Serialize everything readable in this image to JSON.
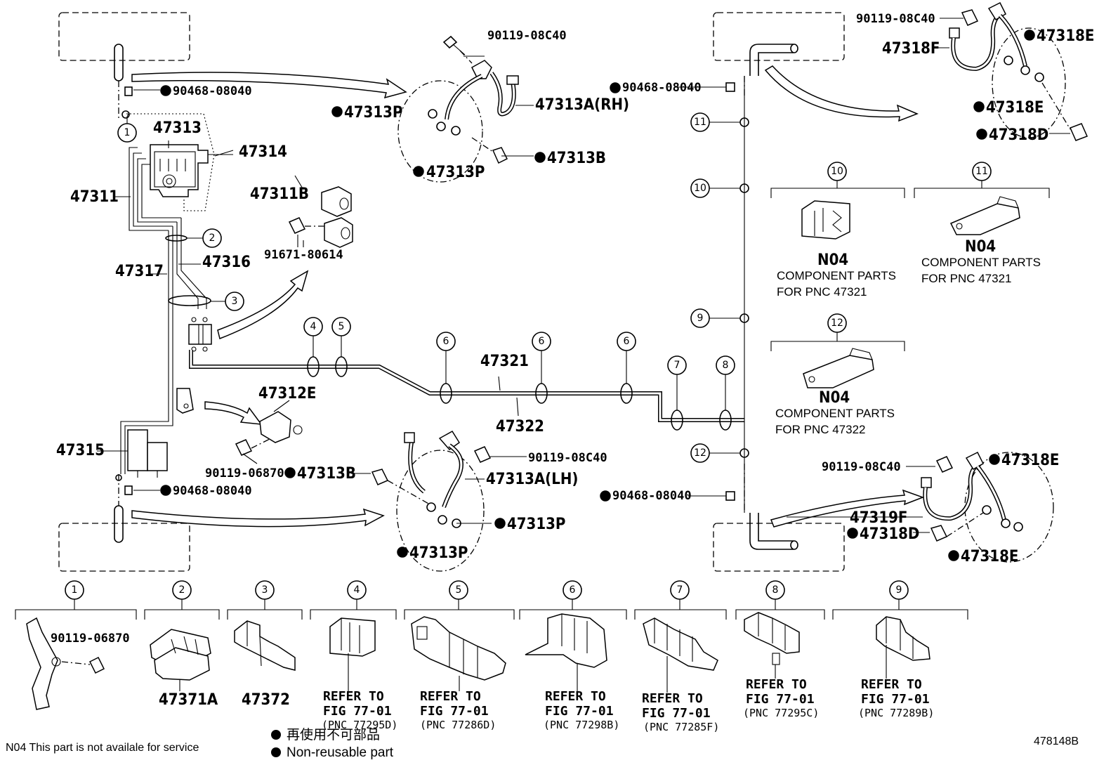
{
  "diagram": {
    "fig_number": "478148B",
    "callouts": [
      "1",
      "2",
      "3",
      "4",
      "5",
      "6",
      "7",
      "8",
      "9",
      "10",
      "11",
      "12"
    ],
    "labels": {
      "p90119_08c40_top": "90119-08C40",
      "p47313A_RH": "47313A(RH)",
      "p47313P_a": "47313P",
      "p47313P_b": "47313P",
      "p47313B_top": "47313B",
      "p90468_tl": "90468-08040",
      "p47313": "47313",
      "p47314": "47314",
      "p47311": "47311",
      "p47311B": "47311B",
      "p91671": "91671-80614",
      "p47317": "47317",
      "p47316": "47316",
      "p47321": "47321",
      "p47322": "47322",
      "p47312E": "47312E",
      "p90119_06870": "90119-06870",
      "p47313B_bot": "47313B",
      "p47315": "47315",
      "p90468_bl": "90468-08040",
      "p90119_08c40_mid": "90119-08C40",
      "p47313A_LH": "47313A(LH)",
      "p47313P_c": "47313P",
      "p47313P_d": "47313P",
      "p90468_tr": "90468-08040",
      "p90468_br": "90468-08040",
      "p90119_08c40_tr": "90119-08C40",
      "p47318F": "47318F",
      "p47318E_a": "47318E",
      "p47318E_b": "47318E",
      "p47318D_a": "47318D",
      "p90119_08c40_br": "90119-08C40",
      "p47318E_c": "47318E",
      "p47319F": "47319F",
      "p47318D_b": "47318D",
      "p47318E_d": "47318E"
    },
    "component_boxes": [
      {
        "n04": "N04",
        "line1": "COMPONENT PARTS",
        "line2": "FOR PNC 47321"
      },
      {
        "n04": "N04",
        "line1": "COMPONENT PARTS",
        "line2": "FOR PNC 47321"
      },
      {
        "n04": "N04",
        "line1": "COMPONENT PARTS",
        "line2": "FOR PNC 47322"
      }
    ],
    "bottom_parts": {
      "c1_part": "90119-06870",
      "c2_part": "47371A",
      "c3_part": "47372",
      "refer_to": "REFER TO",
      "fig_ref": "FIG 77-01",
      "c4_pnc": "(PNC 77295D)",
      "c5_pnc": "(PNC 77286D)",
      "c6_pnc": "(PNC 77298B)",
      "c7_pnc": "(PNC 77285F)",
      "c8_pnc": "(PNC 77295C)",
      "c9_pnc": "(PNC 77289B)"
    },
    "footer": {
      "n04_note": "N04  This part is not availale for service",
      "legend_cn": "再使用不可部品",
      "legend_en": "Non-reusable part"
    }
  }
}
